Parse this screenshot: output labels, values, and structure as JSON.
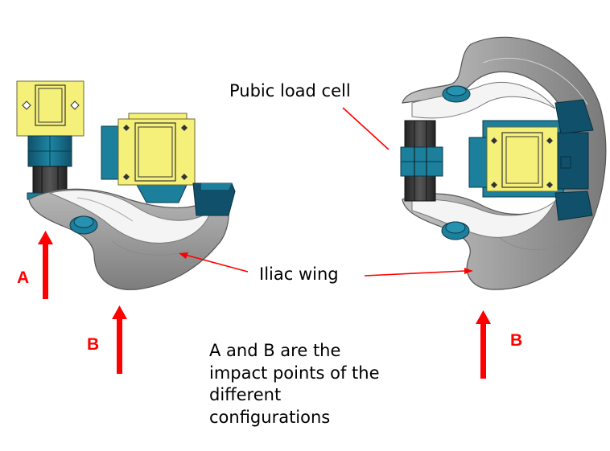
{
  "labels": {
    "pubic_load_cell": "Pubic load cell",
    "iliac_wing": "Iliac wing",
    "impact_a": "A",
    "impact_b_left": "B",
    "impact_b_right": "B",
    "note": "A and B are the\nimpact points of the\ndifferent\nconfigurations"
  },
  "colors": {
    "bone": "#9a9a9a",
    "bone_light": "#f2f2f2",
    "load_cell": "#f5f07a",
    "steel_blue": "#1c7f9c",
    "dark_blue": "#11506a",
    "dark_gray": "#3a3a3a",
    "arrow_red": "#ff0000"
  }
}
